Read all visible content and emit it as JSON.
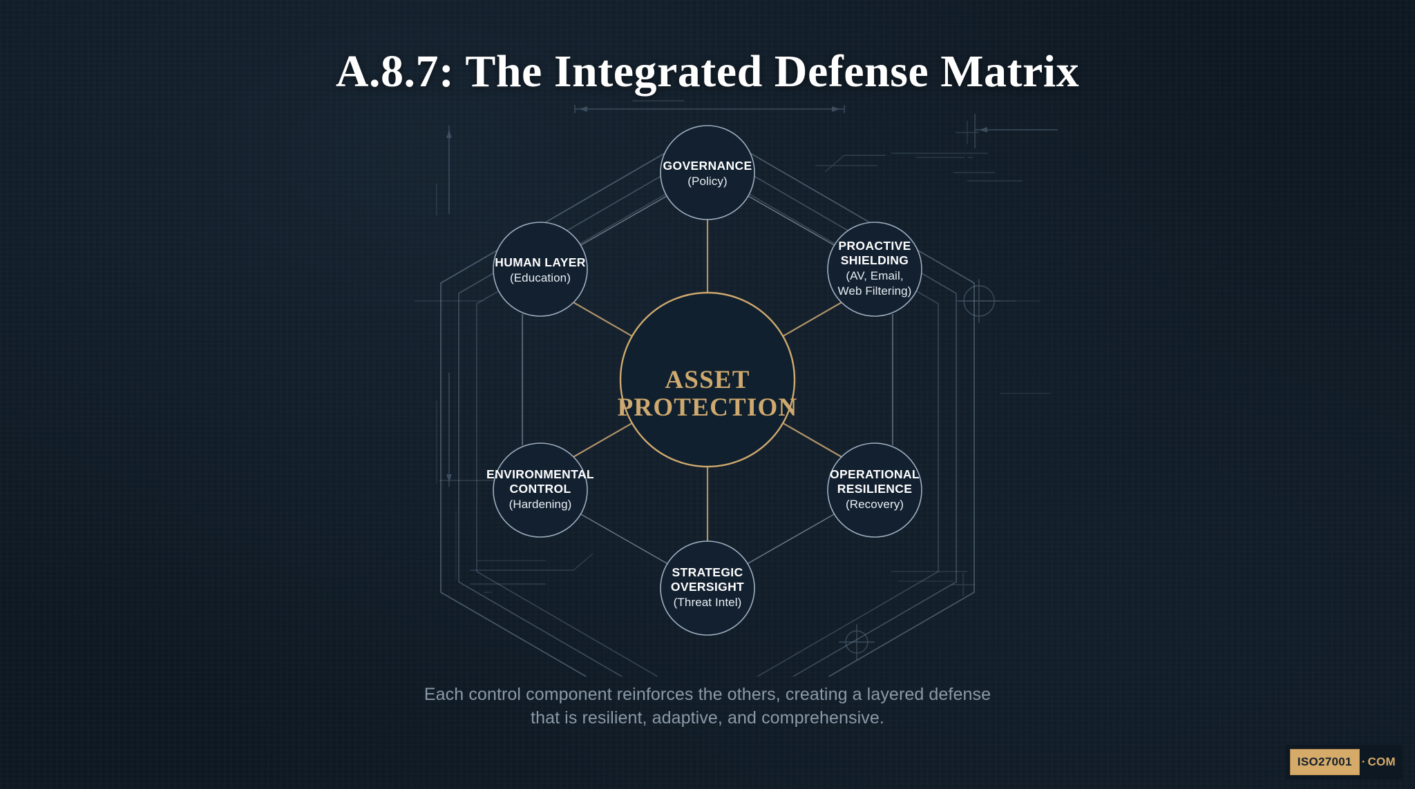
{
  "page": {
    "title": "A.8.7: The Integrated Defense Matrix",
    "caption_line1": "Each control component reinforces the others, creating a layered defense",
    "caption_line2": "that is resilient, adaptive, and comprehensive."
  },
  "colors": {
    "background": "#0e1822",
    "gold": "#cfa96f",
    "spoke": "#b99b6d",
    "node_stroke": "#9fb0c0",
    "blueprint": "#64788c",
    "text_primary": "#ffffff",
    "caption": "#8c9aa8"
  },
  "center": {
    "line1": "ASSET",
    "line2": "PROTECTION"
  },
  "nodes": [
    {
      "id": "governance",
      "title": "GOVERNANCE",
      "sub_lines": [
        "(Policy)"
      ]
    },
    {
      "id": "proactive",
      "title_lines": [
        "PROACTIVE",
        "SHIELDING"
      ],
      "sub_lines": [
        "(AV, Email,",
        "Web Filtering)"
      ]
    },
    {
      "id": "operational",
      "title_lines": [
        "OPERATIONAL",
        "RESILIENCE"
      ],
      "sub_lines": [
        "(Recovery)"
      ]
    },
    {
      "id": "strategic",
      "title_lines": [
        "STRATEGIC",
        "OVERSIGHT"
      ],
      "sub_lines": [
        "(Threat Intel)"
      ]
    },
    {
      "id": "environmental",
      "title_lines": [
        "ENVIRONMENTAL",
        "CONTROL"
      ],
      "sub_lines": [
        "(Hardening)"
      ]
    },
    {
      "id": "human",
      "title": "HUMAN LAYER",
      "sub_lines": [
        "(Education)"
      ]
    }
  ],
  "node_text": {
    "governance_title": "GOVERNANCE",
    "governance_sub": "(Policy)",
    "proactive_title_1": "PROACTIVE",
    "proactive_title_2": "SHIELDING",
    "proactive_sub_1": "(AV, Email,",
    "proactive_sub_2": "Web Filtering)",
    "operational_title_1": "OPERATIONAL",
    "operational_title_2": "RESILIENCE",
    "operational_sub": "(Recovery)",
    "strategic_title_1": "STRATEGIC",
    "strategic_title_2": "OVERSIGHT",
    "strategic_sub": "(Threat Intel)",
    "environmental_title_1": "ENVIRONMENTAL",
    "environmental_title_2": "CONTROL",
    "environmental_sub": "(Hardening)",
    "human_title": "HUMAN LAYER",
    "human_sub": "(Education)"
  },
  "logo": {
    "name": "ISO27001",
    "dot": "·",
    "tld": "COM"
  }
}
